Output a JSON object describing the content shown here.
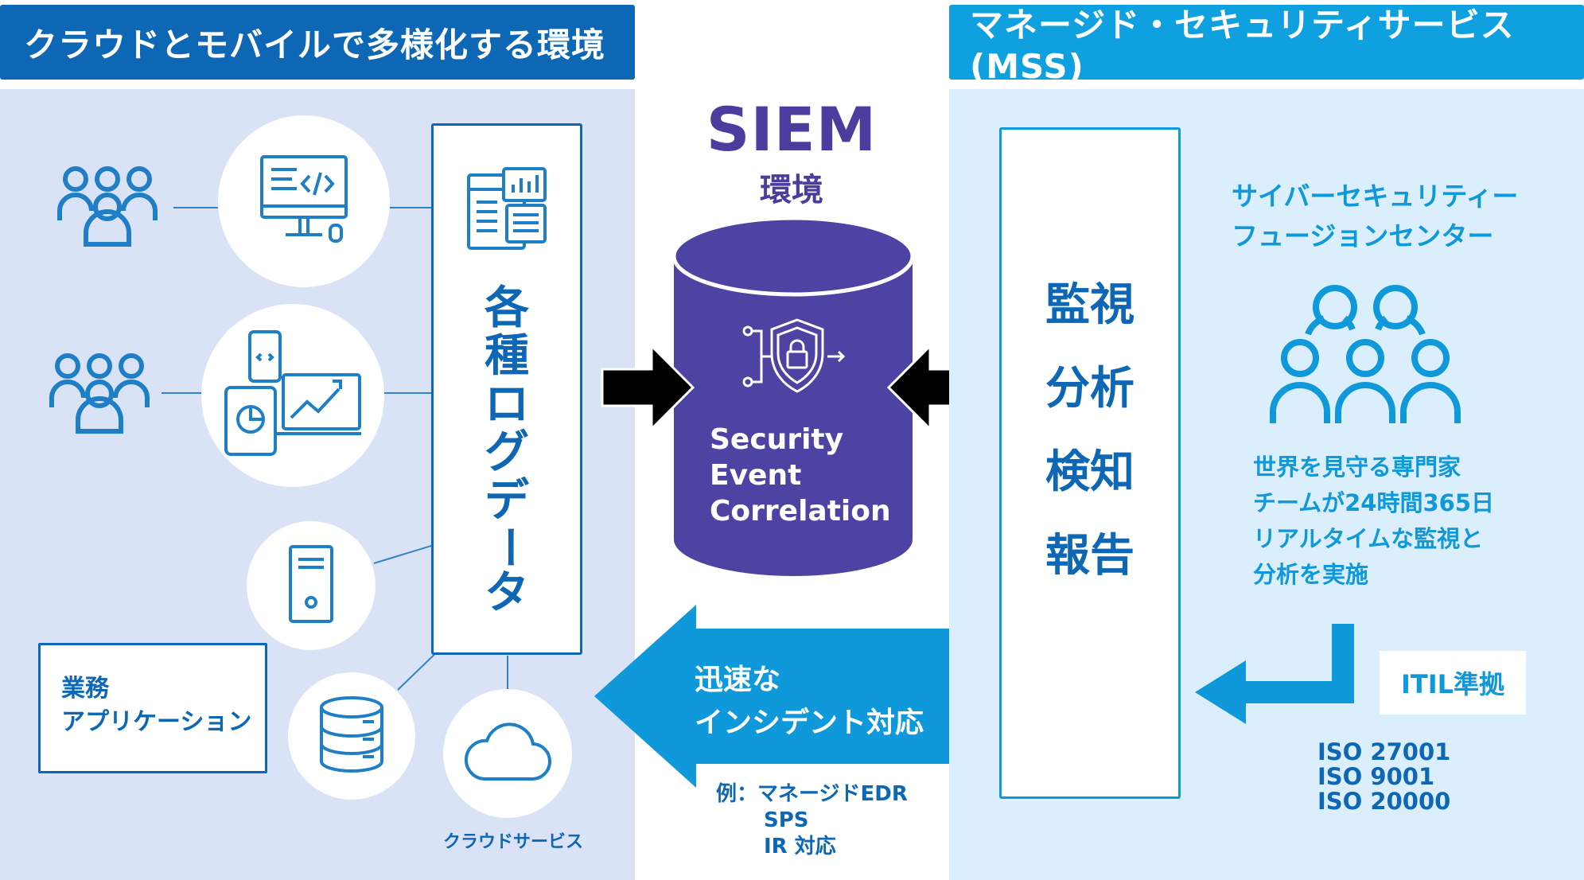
{
  "colors": {
    "left_header": "#0e67b5",
    "right_header": "#0ea0df",
    "left_panel": "#d9e3f5",
    "right_panel": "#daeefb",
    "siem_purple": "#4d43a3",
    "siem_text": "#4a3d9e",
    "blue_dark": "#0e67b5",
    "blue_light": "#0f98da",
    "arrow_black": "#000000"
  },
  "left": {
    "header": "クラウドとモバイルで多様化する環境",
    "log_data": [
      "各",
      "種",
      "ロ",
      "グ",
      "デ",
      "ー",
      "タ"
    ],
    "business_app": [
      "業務",
      "アプリケーション"
    ],
    "cloud_service": "クラウドサービス",
    "icons": [
      "users-icon",
      "desktop-code-icon",
      "users-icon",
      "mobile-devices-icon",
      "server-icon",
      "database-icon",
      "cloud-icon",
      "log-document-icon"
    ]
  },
  "center": {
    "siem_title": "SIEM",
    "siem_sub": "環境",
    "db_lines": [
      "Security",
      "Event",
      "Correlation"
    ],
    "response_lines": [
      "迅速な",
      "インシデント対応"
    ],
    "example_lines": [
      "例：マネージドEDR",
      "SPS",
      "IR 対応"
    ]
  },
  "right": {
    "header": "マネージド・セキュリティサービス(MSS)",
    "process": [
      "監視",
      "分析",
      "検知",
      "報告"
    ],
    "fusion_title": [
      "サイバーセキュリティー",
      "フュージョンセンター"
    ],
    "expert_lines": [
      "世界を見守る専門家",
      "チームが24時間365日",
      "リアルタイムな監視と",
      "分析を実施"
    ],
    "itil": "ITIL準拠",
    "iso": [
      "ISO 27001",
      "ISO 9001",
      "ISO 20000"
    ]
  }
}
